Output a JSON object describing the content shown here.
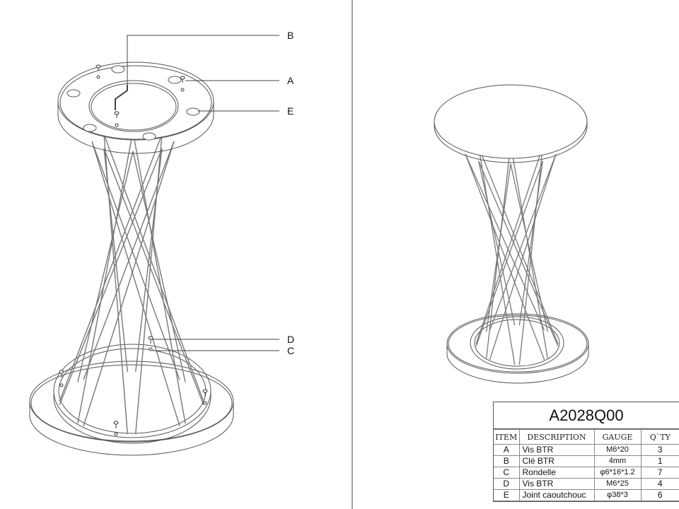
{
  "callouts": [
    "B",
    "A",
    "E",
    "D",
    "C"
  ],
  "table": {
    "title": "A2028Q00",
    "headers": [
      "ITEM",
      "DESCRIPTION",
      "GAUGE",
      "Q`TY"
    ],
    "rows": [
      [
        "A",
        "Vis BTR",
        "M6*20",
        "3"
      ],
      [
        "B",
        "Clé BTR",
        "4mm",
        "1"
      ],
      [
        "C",
        "Rondelle",
        "φ6*16*1.2",
        "7"
      ],
      [
        "D",
        "Vis BTR",
        "M6*25",
        "4"
      ],
      [
        "E",
        "Joint caoutchouc",
        "φ38*3",
        "6"
      ]
    ]
  },
  "colors": {
    "line": "#555555",
    "table_border": "#555555",
    "text": "#111111"
  }
}
